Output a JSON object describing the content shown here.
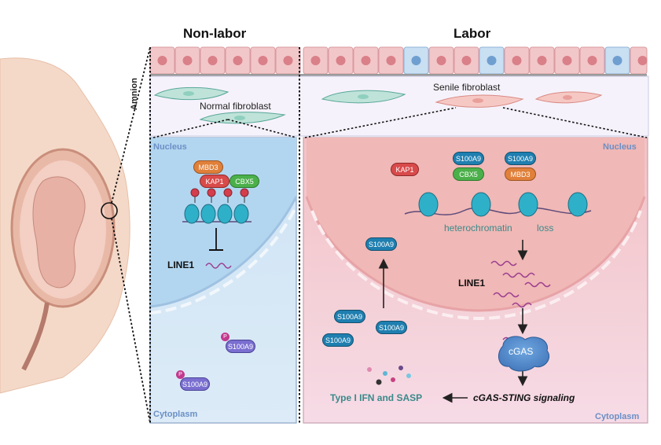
{
  "titles": {
    "non_labor": "Non-labor",
    "labor": "Labor"
  },
  "amnion_label": "Amnion",
  "left_panel": {
    "cell_label": "Normal fibroblast",
    "nucleus_label": "Nucleus",
    "cytoplasm_label": "Cytoplasm",
    "complex": {
      "mbd3": "MBD3",
      "kap1": "KAP1",
      "cbx5": "CBX5"
    },
    "line1_label": "LINE1",
    "phospho_proteins": [
      {
        "label": "S100A9",
        "phospho": "P"
      },
      {
        "label": "S100A9",
        "phospho": "P"
      }
    ]
  },
  "right_panel": {
    "cell_label": "Senile fibroblast",
    "nucleus_label": "Nucleus",
    "cytoplasm_label": "Cytoplasm",
    "kap1": "KAP1",
    "pair1": {
      "top": "S100A9",
      "bottom": "CBX5"
    },
    "pair2": {
      "top": "S100A9",
      "bottom": "MBD3"
    },
    "heterochromatin": "heterochromatin",
    "loss": "loss",
    "line1_label": "LINE1",
    "nuclear_s100a9": "S100A9",
    "cyto_s100a9": [
      "S100A9",
      "S100A9",
      "S100A9"
    ],
    "cgas_label": "cGAS",
    "signaling_label": "cGAS-STING signaling",
    "output_label": "Type I IFN and SASP"
  },
  "colors": {
    "nucleus_left": "#bcdcf2",
    "cytoplasm_left": "#dcecf8",
    "nucleus_right": "#f3c3c3",
    "cytoplasm_right": "#f7dde6",
    "epithelium": "#f2c7c9",
    "accent_text": "#3a8a8a"
  }
}
